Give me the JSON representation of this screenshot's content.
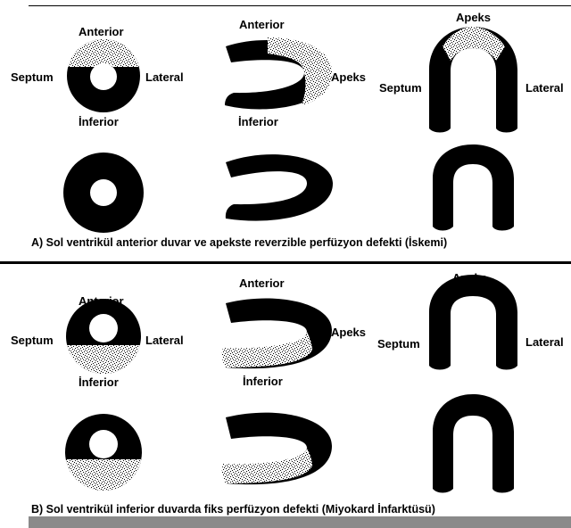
{
  "colors": {
    "myocardium": "#000000",
    "defect_speckle": "#ffffff",
    "background": "#ffffff",
    "bottom_bar": "#8a8a8a"
  },
  "labels": {
    "anterior": "Anterior",
    "inferior": "İnferior",
    "septum": "Septum",
    "lateral": "Lateral",
    "apeks": "Apeks"
  },
  "section_a": {
    "caption": "A)  Sol ventrikül anterior duvar ve apekste reverzible perfüzyon defekti (İskemi)"
  },
  "section_b": {
    "caption": "B)  Sol ventrikül inferior duvarda fiks perfüzyon defekti (Miyokard İnfarktüsü)"
  }
}
